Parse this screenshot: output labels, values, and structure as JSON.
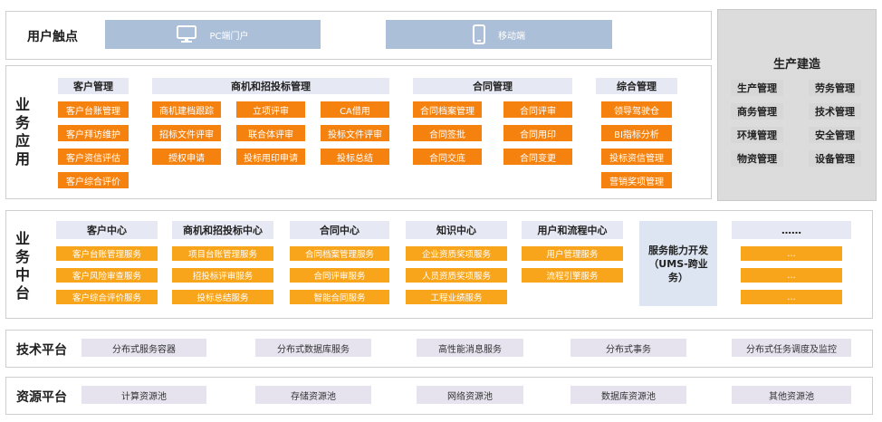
{
  "touchpoint": {
    "label": "用户触点",
    "pc": "PC端门户",
    "mobile": "移动端"
  },
  "business_app": {
    "label": "业务应用",
    "groups": [
      {
        "title": "客户管理",
        "items": [
          "客户台账管理",
          "客户拜访维护",
          "客户资信评估",
          "客户综合评价"
        ]
      },
      {
        "title": "商机和招投标管理",
        "items": [
          "商机建档跟踪",
          "立项评审",
          "CA借用",
          "招标文件评审",
          "联合体评审",
          "投标文件评审",
          "授权申请",
          "投标用印申请",
          "投标总结"
        ]
      },
      {
        "title": "合同管理",
        "items": [
          "合同档案管理",
          "合同评审",
          "合同签批",
          "合同用印",
          "合同交底",
          "合同变更"
        ]
      },
      {
        "title": "综合管理",
        "items": [
          "领导驾驶仓",
          "BI指标分析",
          "投标资信管理",
          "营销奖项管理"
        ]
      }
    ]
  },
  "production": {
    "title": "生产建造",
    "items": [
      "生产管理",
      "劳务管理",
      "商务管理",
      "技术管理",
      "环境管理",
      "安全管理",
      "物资管理",
      "设备管理"
    ]
  },
  "middle": {
    "label": "业务中台",
    "centers": [
      {
        "title": "客户中心",
        "items": [
          "客户台账管理服务",
          "客户风险审查服务",
          "客户综合评价服务"
        ]
      },
      {
        "title": "商机和招投标中心",
        "items": [
          "项目台账管理服务",
          "招投标评审服务",
          "投标总结服务"
        ]
      },
      {
        "title": "合同中心",
        "items": [
          "合同档案管理服务",
          "合同评审服务",
          "智能合同服务"
        ]
      },
      {
        "title": "知识中心",
        "items": [
          "企业资质奖项服务",
          "人员资质奖项服务",
          "工程业绩服务"
        ]
      },
      {
        "title": "用户和流程中心",
        "items": [
          "用户管理服务",
          "流程引擎服务"
        ]
      }
    ],
    "ums": "服务能力开发（UMS-跨业务）",
    "ellipsis_title": "……",
    "ellipsis_items": [
      "…",
      "…",
      "…"
    ]
  },
  "tech": {
    "label": "技术平台",
    "items": [
      "分布式服务容器",
      "分布式数据库服务",
      "高性能消息服务",
      "分布式事务",
      "分布式任务调度及监控"
    ]
  },
  "resource": {
    "label": "资源平台",
    "items": [
      "计算资源池",
      "存储资源池",
      "网络资源池",
      "数据库资源池",
      "其他资源池"
    ]
  }
}
